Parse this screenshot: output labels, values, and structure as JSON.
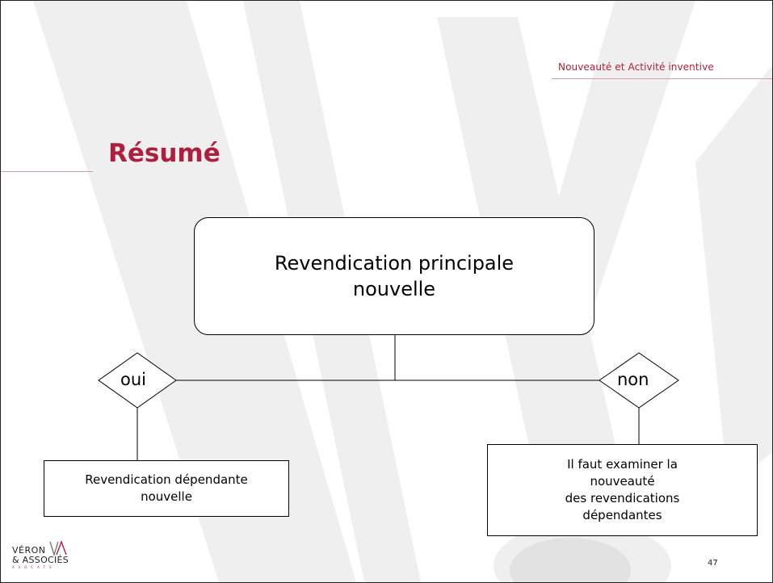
{
  "header": {
    "section": "Nouveauté et Activité inventive"
  },
  "slide": {
    "title": "Résumé",
    "page_number": "47"
  },
  "diagram": {
    "root": "Revendication principale\nnouvelle",
    "yes_label": "oui",
    "no_label": "non",
    "yes_result": "Revendication dépendante\nnouvelle",
    "no_result": "Il faut examiner la\nnouveauté\ndes revendications\ndépendantes"
  },
  "logo": {
    "line1": "VÉRON",
    "line2": "& ASSOCIÉS",
    "line3": "AVOCATS"
  },
  "colors": {
    "accent": "#b01e3e",
    "watermark": "#eeeeee",
    "rule": "#c9a3ab"
  },
  "icons": {
    "logo_mark": "va-monogram-icon"
  }
}
